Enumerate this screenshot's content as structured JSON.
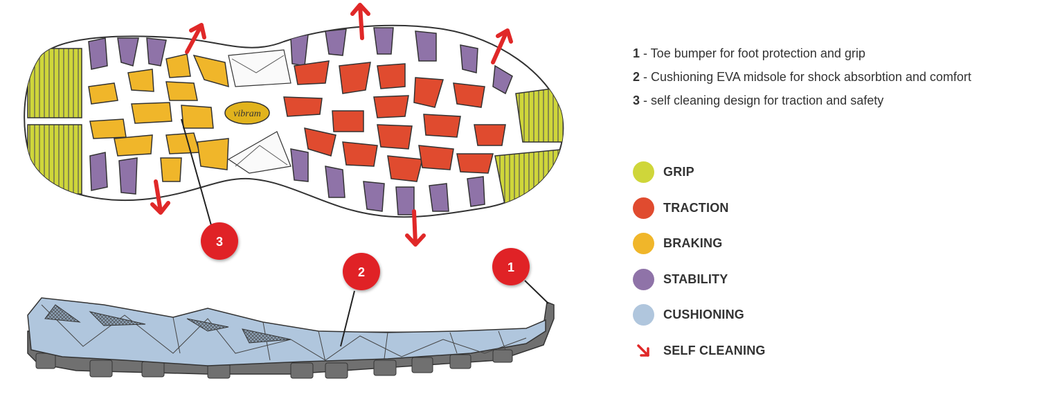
{
  "logo_text": "vibram",
  "callouts": [
    {
      "number": "1",
      "text": " - Toe bumper for foot protection and grip"
    },
    {
      "number": "2",
      "text": " - Cushioning EVA midsole for shock absorbtion and comfort"
    },
    {
      "number": "3",
      "text": " - self cleaning design for traction and safety"
    }
  ],
  "legend": [
    {
      "label": "GRIP",
      "color": "#cfd63a"
    },
    {
      "label": "TRACTION",
      "color": "#e04b2f"
    },
    {
      "label": "BRAKING",
      "color": "#f0b62a"
    },
    {
      "label": "STABILITY",
      "color": "#8f73a8"
    },
    {
      "label": "CUSHIONING",
      "color": "#b0c6dd"
    },
    {
      "label": "SELF CLEANING",
      "color": "#e02828",
      "icon": "arrow-icon"
    }
  ],
  "colors": {
    "midsole": "#b0c6dd",
    "outsole": "#707070",
    "badge": "#e02028"
  }
}
